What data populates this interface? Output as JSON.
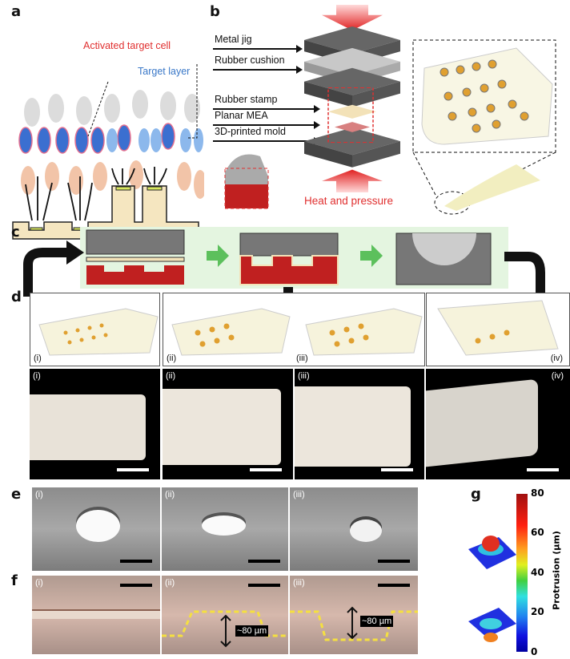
{
  "panels": {
    "a": "a",
    "b": "b",
    "c": "c",
    "d": "d",
    "e": "e",
    "f": "f",
    "g": "g"
  },
  "a": {
    "activated_label": "Activated target cell",
    "target_label": "Target layer"
  },
  "b": {
    "layers": [
      "Metal jig",
      "Rubber cushion",
      "Rubber stamp",
      "Planar MEA",
      "3D-printed mold"
    ],
    "heat_label": "Heat and pressure"
  },
  "d": {
    "illus_labels": [
      "(i)",
      "(ii)",
      "(iii)",
      "(iv)"
    ],
    "photo_labels": [
      "(i)",
      "(ii)",
      "(iii)",
      "(iv)"
    ]
  },
  "e": {
    "labels": [
      "(i)",
      "(ii)",
      "(iii)"
    ]
  },
  "f": {
    "labels": [
      "(i)",
      "(ii)",
      "(iii)"
    ],
    "height_annotation": "~80 µm"
  },
  "g": {
    "colorbar_title": "Protrusion (µm)",
    "ticks": [
      "80",
      "60",
      "40",
      "20",
      "0"
    ]
  },
  "colors": {
    "red": "#e03030",
    "blue": "#3a78c8",
    "green_band": "#e4f5e0",
    "mold": "#b82020"
  }
}
